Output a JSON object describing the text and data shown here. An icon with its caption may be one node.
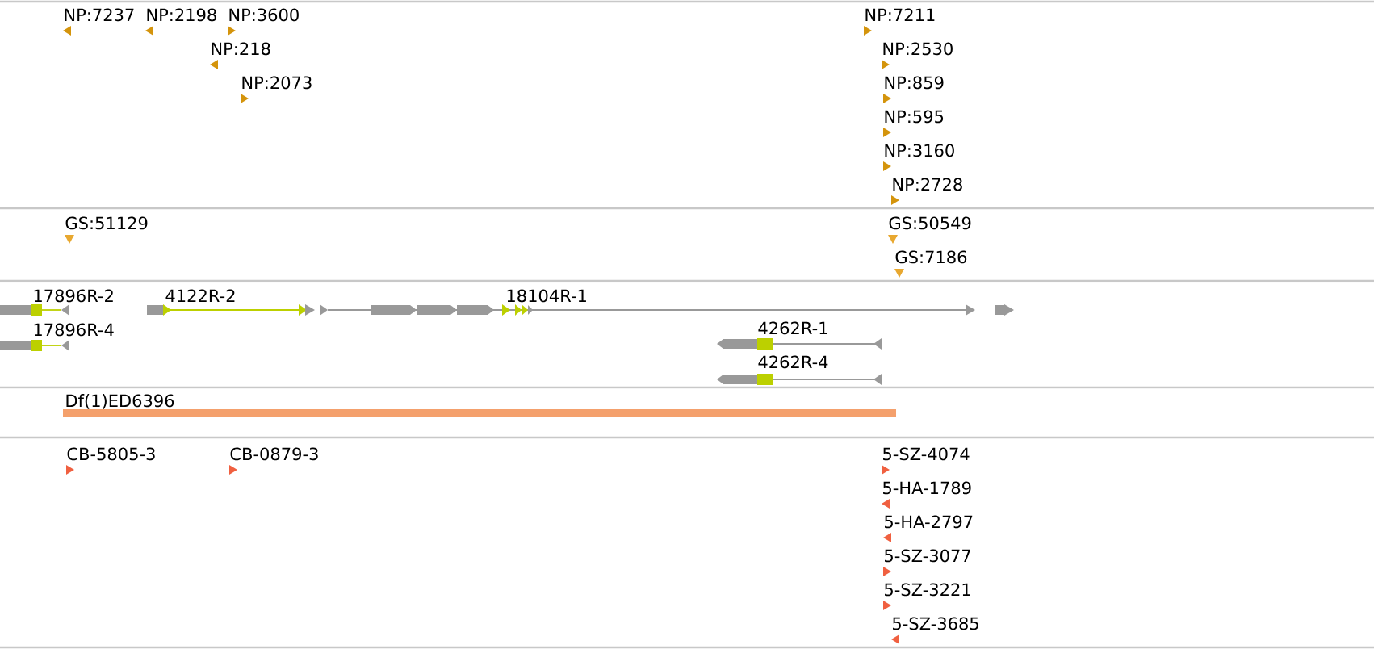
{
  "diagram": {
    "labels": [
      "NP:7237",
      "NP:2198",
      "NP:3600",
      "NP:7211",
      "NP:218",
      "NP:2530",
      "NP:2073",
      "NP:859",
      "NP:595",
      "NP:3160",
      "NP:2728",
      "GS:51129",
      "GS:50549",
      "GS:7186",
      "17896R-2",
      "4122R-2",
      "18104R-1",
      "17896R-4",
      "4262R-1",
      "4262R-4",
      "Df(1)ED6396",
      "CB-5805-3",
      "CB-0879-3",
      "5-SZ-4074",
      "5-HA-1789",
      "5-HA-2797",
      "5-SZ-3077",
      "5-SZ-3221",
      "5-SZ-3685"
    ]
  }
}
